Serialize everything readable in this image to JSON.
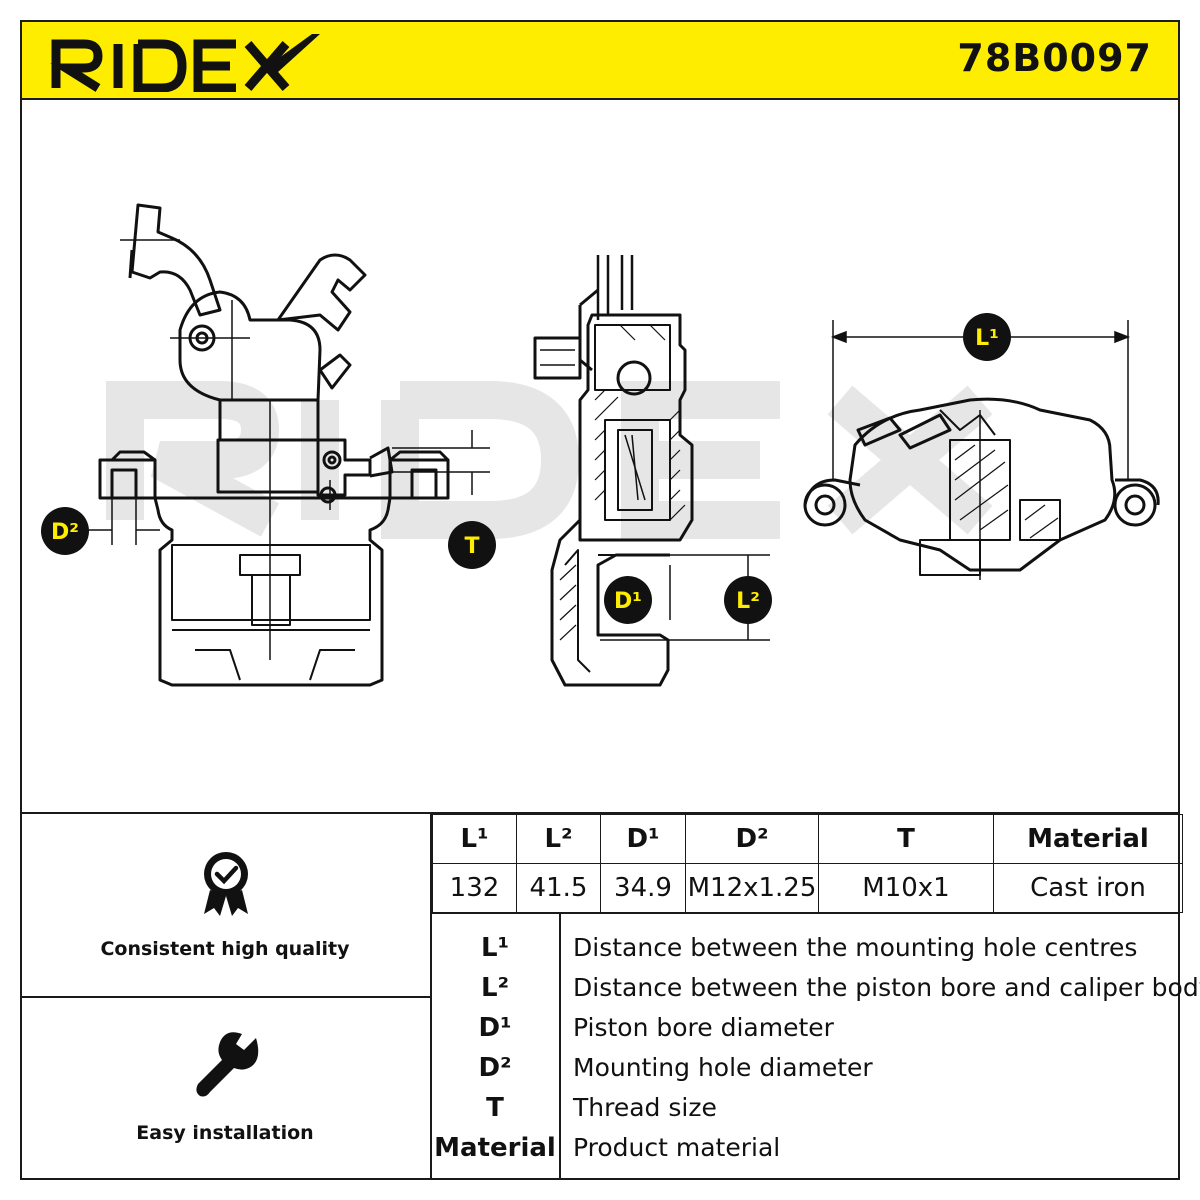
{
  "header": {
    "brand": "RIDEX",
    "part_number": "78B0097"
  },
  "drawing": {
    "watermark": "RIDEX",
    "labels": {
      "d2": "D²",
      "t": "T",
      "d1": "D¹",
      "l2": "L²",
      "l1": "L¹"
    }
  },
  "features": [
    {
      "label": "Consistent high quality",
      "icon": "quality-badge-icon"
    },
    {
      "label": "Easy installation",
      "icon": "wrench-icon"
    }
  ],
  "spec_table": {
    "headers": [
      "L¹",
      "L²",
      "D¹",
      "D²",
      "T",
      "Material"
    ],
    "values": [
      "132",
      "41.5",
      "34.9",
      "M12x1.25",
      "M10x1",
      "Cast iron"
    ]
  },
  "legend": [
    {
      "key": "L¹",
      "desc": "Distance between the mounting hole centres"
    },
    {
      "key": "L²",
      "desc": "Distance between the piston bore and caliper body"
    },
    {
      "key": "D¹",
      "desc": "Piston bore diameter"
    },
    {
      "key": "D²",
      "desc": "Mounting hole diameter"
    },
    {
      "key": "T",
      "desc": "Thread size"
    },
    {
      "key": "Material",
      "desc": "Product material"
    }
  ],
  "colors": {
    "brand_yellow": "#ffed00",
    "line": "#1a1a1a",
    "watermark": "#e6e6e6"
  }
}
